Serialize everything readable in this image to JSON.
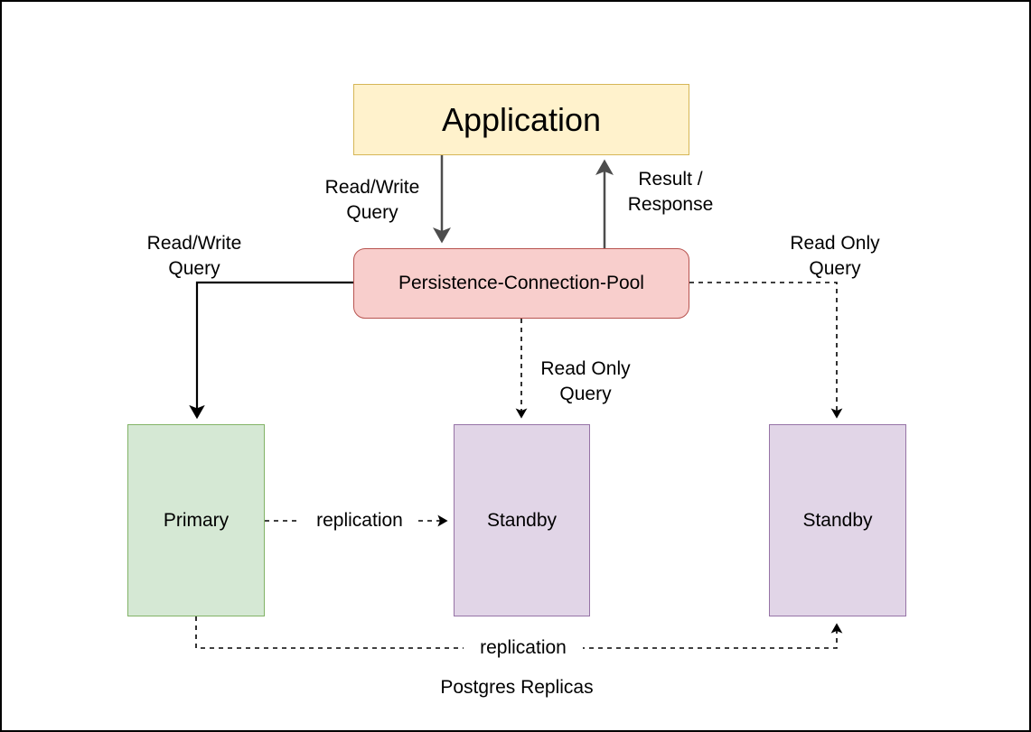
{
  "diagram": {
    "caption": "Postgres Replicas",
    "nodes": {
      "application": {
        "label": "Application",
        "fill": "#fff2cc",
        "stroke": "#d6b656"
      },
      "pool": {
        "label": "Persistence-Connection-Pool",
        "fill": "#f8cecc",
        "stroke": "#b85450"
      },
      "primary": {
        "label": "Primary",
        "fill": "#d5e8d4",
        "stroke": "#82b366"
      },
      "standby_middle": {
        "label": "Standby",
        "fill": "#e1d5e7",
        "stroke": "#9673a6"
      },
      "standby_right": {
        "label": "Standby",
        "fill": "#e1d5e7",
        "stroke": "#9673a6"
      }
    },
    "edges": {
      "app_to_pool": {
        "label": "Read/Write\nQuery",
        "style": "solid"
      },
      "pool_to_app": {
        "label": "Result /\nResponse",
        "style": "solid"
      },
      "pool_to_primary": {
        "label": "Read/Write\nQuery",
        "style": "solid"
      },
      "pool_to_standby_middle": {
        "label": "Read Only\nQuery",
        "style": "dashed"
      },
      "pool_to_standby_right": {
        "label": "Read Only\nQuery",
        "style": "dashed"
      },
      "primary_to_standby_middle": {
        "label": "replication",
        "style": "dashed"
      },
      "primary_to_standby_right": {
        "label": "replication",
        "style": "dashed"
      }
    }
  }
}
